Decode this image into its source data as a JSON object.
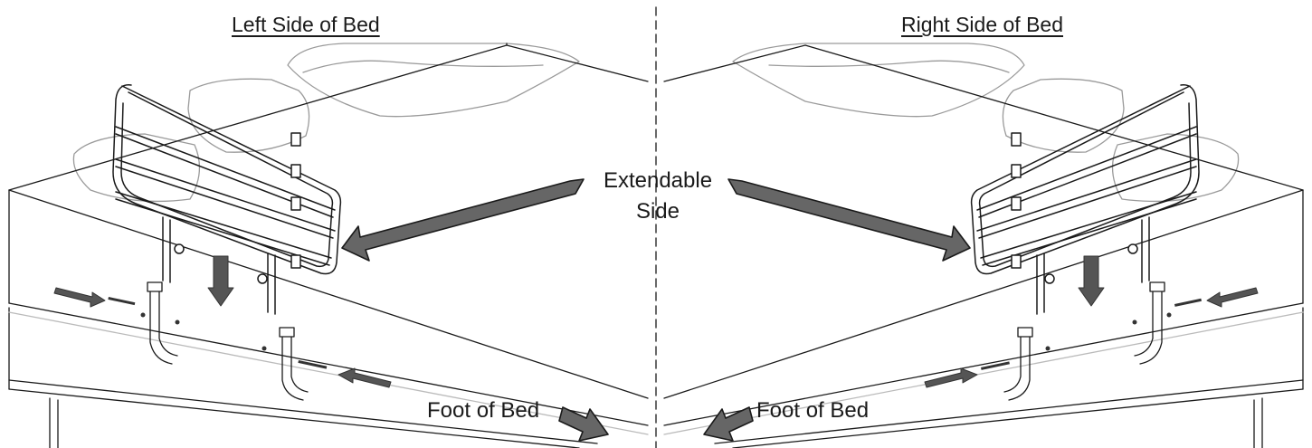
{
  "labels": {
    "left_title": "Left Side of Bed",
    "right_title": "Right Side of Bed",
    "extendable_line1": "Extendable",
    "extendable_line2": "Side",
    "foot_left": "Foot of Bed",
    "foot_right": "Foot of Bed"
  },
  "colors": {
    "line": "#1a1a1a",
    "arrow_fill": "#666666",
    "hardware": "#333333"
  }
}
